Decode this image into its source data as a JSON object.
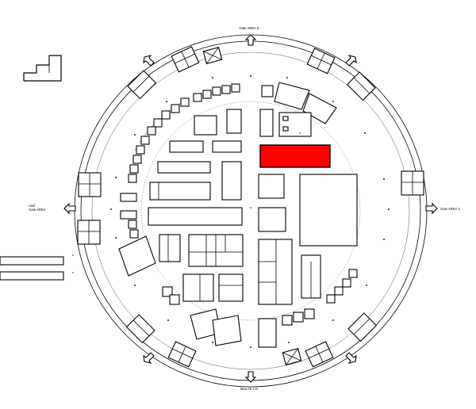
{
  "map": {
    "highlight_color": "#ff0000",
    "line_color": "#000000",
    "background_color": "#ffffff",
    "exits": {
      "north": "Gate AREA D",
      "south": "Mea Ab 1-D",
      "west_line1": "Ausl",
      "west_line2": "Gate AREA",
      "east": "Gate AREA 2"
    },
    "highlighted_hall": "red-block"
  }
}
